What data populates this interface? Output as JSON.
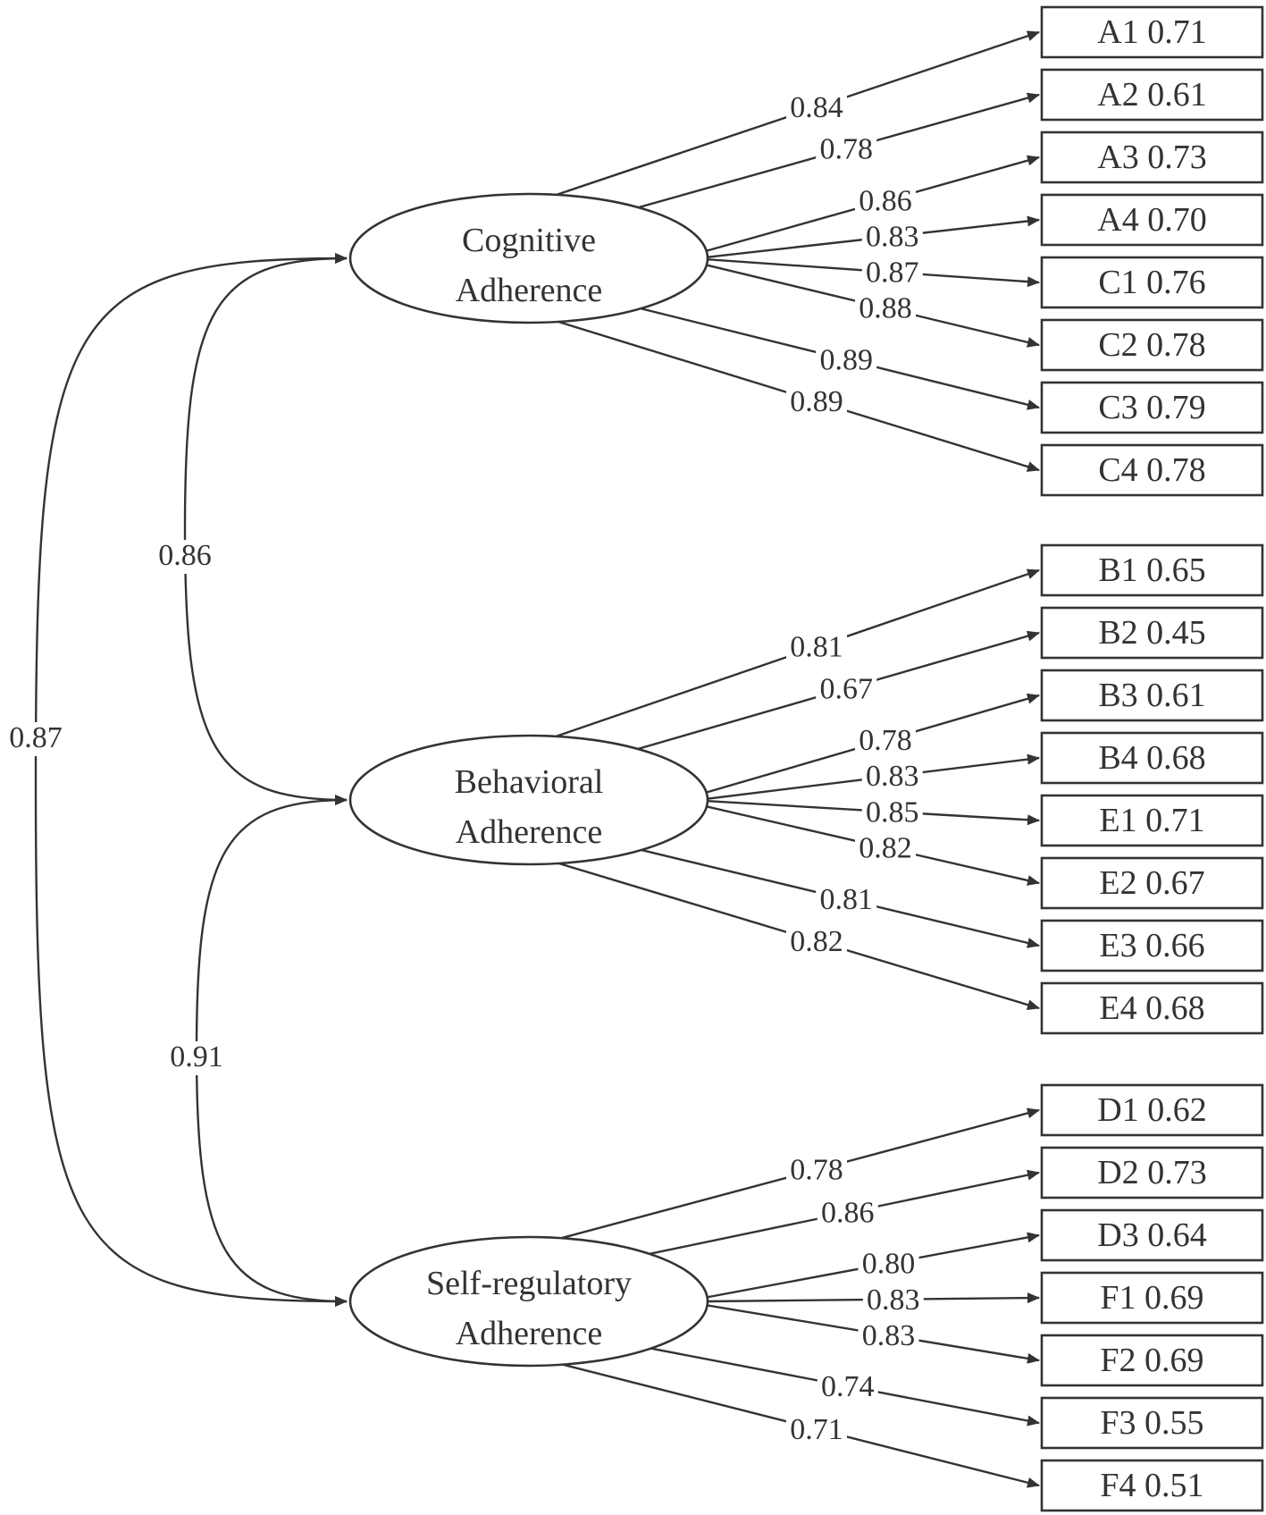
{
  "colors": {
    "ink": "#333333",
    "background": "#ffffff"
  },
  "factors": [
    {
      "id": "cognitive",
      "label_lines": [
        "Cognitive",
        "Adherence"
      ],
      "indicators": [
        {
          "item": "A1",
          "value": "0.71",
          "loading": "0.84"
        },
        {
          "item": "A2",
          "value": "0.61",
          "loading": "0.78"
        },
        {
          "item": "A3",
          "value": "0.73",
          "loading": "0.86"
        },
        {
          "item": "A4",
          "value": "0.70",
          "loading": "0.83"
        },
        {
          "item": "C1",
          "value": "0.76",
          "loading": "0.87"
        },
        {
          "item": "C2",
          "value": "0.78",
          "loading": "0.88"
        },
        {
          "item": "C3",
          "value": "0.79",
          "loading": "0.89"
        },
        {
          "item": "C4",
          "value": "0.78",
          "loading": "0.89"
        }
      ]
    },
    {
      "id": "behavioral",
      "label_lines": [
        "Behavioral",
        "Adherence"
      ],
      "indicators": [
        {
          "item": "B1",
          "value": "0.65",
          "loading": "0.81"
        },
        {
          "item": "B2",
          "value": "0.45",
          "loading": "0.67"
        },
        {
          "item": "B3",
          "value": "0.61",
          "loading": "0.78"
        },
        {
          "item": "B4",
          "value": "0.68",
          "loading": "0.83"
        },
        {
          "item": "E1",
          "value": "0.71",
          "loading": "0.85"
        },
        {
          "item": "E2",
          "value": "0.67",
          "loading": "0.82"
        },
        {
          "item": "E3",
          "value": "0.66",
          "loading": "0.81"
        },
        {
          "item": "E4",
          "value": "0.68",
          "loading": "0.82"
        }
      ]
    },
    {
      "id": "self-regulatory",
      "label_lines": [
        "Self-regulatory",
        "Adherence"
      ],
      "indicators": [
        {
          "item": "D1",
          "value": "0.62",
          "loading": "0.78"
        },
        {
          "item": "D2",
          "value": "0.73",
          "loading": "0.86"
        },
        {
          "item": "D3",
          "value": "0.64",
          "loading": "0.80"
        },
        {
          "item": "F1",
          "value": "0.69",
          "loading": "0.83"
        },
        {
          "item": "F2",
          "value": "0.69",
          "loading": "0.83"
        },
        {
          "item": "F3",
          "value": "0.55",
          "loading": "0.74"
        },
        {
          "item": "F4",
          "value": "0.51",
          "loading": "0.71"
        }
      ]
    }
  ],
  "correlations": [
    {
      "from": "cognitive",
      "to": "behavioral",
      "value": "0.86"
    },
    {
      "from": "behavioral",
      "to": "self-regulatory",
      "value": "0.91"
    },
    {
      "from": "cognitive",
      "to": "self-regulatory",
      "value": "0.87"
    }
  ]
}
